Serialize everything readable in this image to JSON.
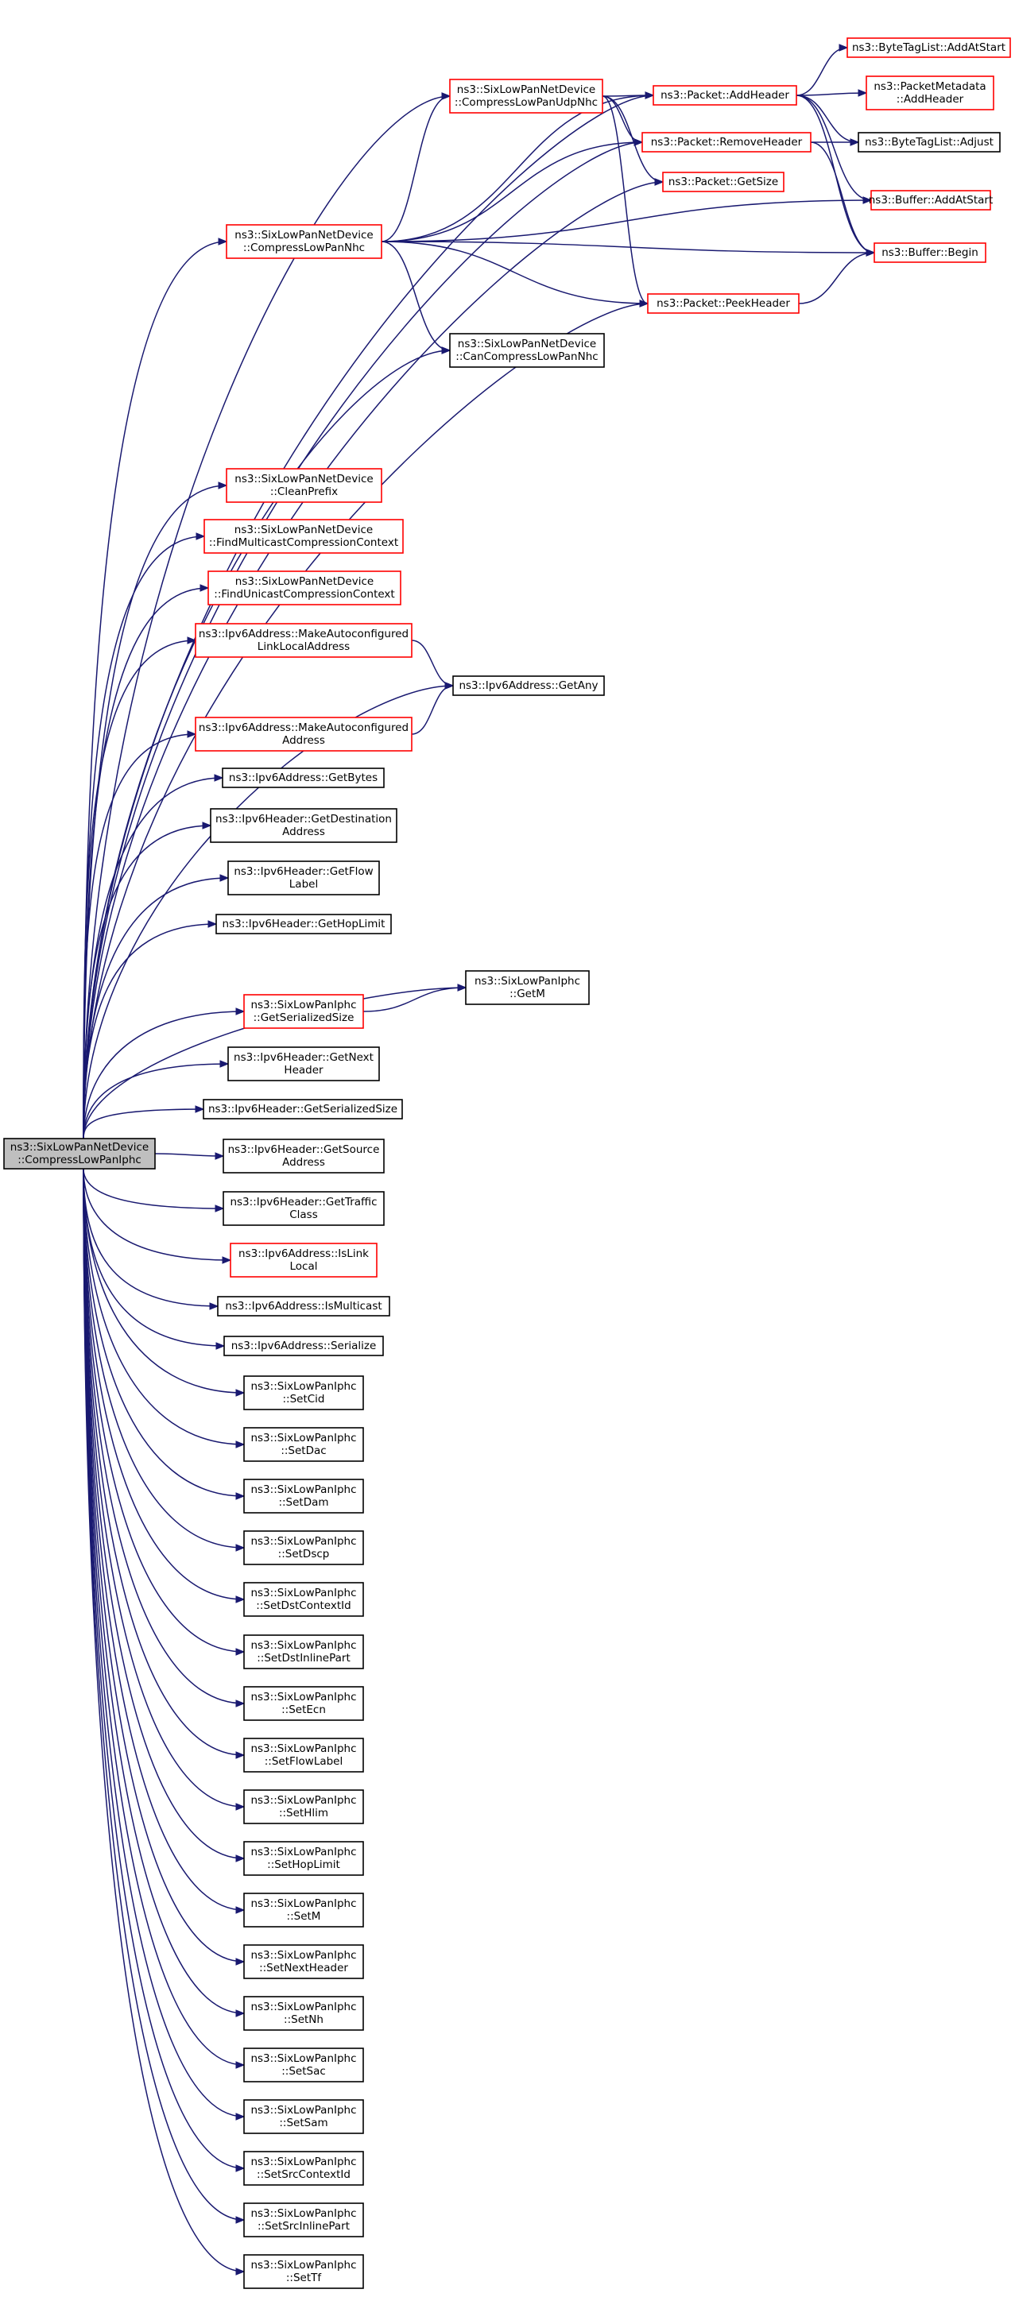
{
  "nodes": [
    {
      "id": "root",
      "lines": [
        "ns3::SixLowPanNetDevice",
        "::CompressLowPanIphc"
      ],
      "style": "root"
    },
    {
      "id": "bytetag_addatstart",
      "lines": [
        "ns3::ByteTagList::AddAtStart"
      ],
      "style": "red"
    },
    {
      "id": "pktmeta_addheader",
      "lines": [
        "ns3::PacketMetadata",
        "::AddHeader"
      ],
      "style": "red"
    },
    {
      "id": "packet_addheader",
      "lines": [
        "ns3::Packet::AddHeader"
      ],
      "style": "red"
    },
    {
      "id": "compress_udpnhc",
      "lines": [
        "ns3::SixLowPanNetDevice",
        "::CompressLowPanUdpNhc"
      ],
      "style": "red"
    },
    {
      "id": "packet_removeheader",
      "lines": [
        "ns3::Packet::RemoveHeader"
      ],
      "style": "red"
    },
    {
      "id": "bytetag_adjust",
      "lines": [
        "ns3::ByteTagList::Adjust"
      ],
      "style": "black"
    },
    {
      "id": "packet_getsize",
      "lines": [
        "ns3::Packet::GetSize"
      ],
      "style": "red"
    },
    {
      "id": "buffer_addatstart",
      "lines": [
        "ns3::Buffer::AddAtStart"
      ],
      "style": "red"
    },
    {
      "id": "compress_nhc",
      "lines": [
        "ns3::SixLowPanNetDevice",
        "::CompressLowPanNhc"
      ],
      "style": "red"
    },
    {
      "id": "buffer_begin",
      "lines": [
        "ns3::Buffer::Begin"
      ],
      "style": "red"
    },
    {
      "id": "packet_peekheader",
      "lines": [
        "ns3::Packet::PeekHeader"
      ],
      "style": "red"
    },
    {
      "id": "can_compress_nhc",
      "lines": [
        "ns3::SixLowPanNetDevice",
        "::CanCompressLowPanNhc"
      ],
      "style": "black"
    },
    {
      "id": "clean_prefix",
      "lines": [
        "ns3::SixLowPanNetDevice",
        "::CleanPrefix"
      ],
      "style": "red"
    },
    {
      "id": "find_multicast_ctx",
      "lines": [
        "ns3::SixLowPanNetDevice",
        "::FindMulticastCompressionContext"
      ],
      "style": "red"
    },
    {
      "id": "find_unicast_ctx",
      "lines": [
        "ns3::SixLowPanNetDevice",
        "::FindUnicastCompressionContext"
      ],
      "style": "red"
    },
    {
      "id": "make_autoconf_ll",
      "lines": [
        "ns3::Ipv6Address::MakeAutoconfigured",
        "LinkLocalAddress"
      ],
      "style": "red"
    },
    {
      "id": "ipv6_getany",
      "lines": [
        "ns3::Ipv6Address::GetAny"
      ],
      "style": "black"
    },
    {
      "id": "make_autoconf_addr",
      "lines": [
        "ns3::Ipv6Address::MakeAutoconfigured",
        "Address"
      ],
      "style": "red"
    },
    {
      "id": "ipv6_getbytes",
      "lines": [
        "ns3::Ipv6Address::GetBytes"
      ],
      "style": "black"
    },
    {
      "id": "ipv6h_getdest",
      "lines": [
        "ns3::Ipv6Header::GetDestination",
        "Address"
      ],
      "style": "black"
    },
    {
      "id": "ipv6h_getflow",
      "lines": [
        "ns3::Ipv6Header::GetFlow",
        "Label"
      ],
      "style": "black"
    },
    {
      "id": "ipv6h_gethop",
      "lines": [
        "ns3::Ipv6Header::GetHopLimit"
      ],
      "style": "black"
    },
    {
      "id": "iphc_getm",
      "lines": [
        "ns3::SixLowPanIphc",
        "::GetM"
      ],
      "style": "black"
    },
    {
      "id": "iphc_getser",
      "lines": [
        "ns3::SixLowPanIphc",
        "::GetSerializedSize"
      ],
      "style": "red"
    },
    {
      "id": "ipv6h_getnext",
      "lines": [
        "ns3::Ipv6Header::GetNext",
        "Header"
      ],
      "style": "black"
    },
    {
      "id": "ipv6h_getser",
      "lines": [
        "ns3::Ipv6Header::GetSerializedSize"
      ],
      "style": "black"
    },
    {
      "id": "ipv6h_getsrc",
      "lines": [
        "ns3::Ipv6Header::GetSource",
        "Address"
      ],
      "style": "black"
    },
    {
      "id": "ipv6h_gettraffic",
      "lines": [
        "ns3::Ipv6Header::GetTraffic",
        "Class"
      ],
      "style": "black"
    },
    {
      "id": "ipv6_islinklocal",
      "lines": [
        "ns3::Ipv6Address::IsLink",
        "Local"
      ],
      "style": "red"
    },
    {
      "id": "ipv6_ismulticast",
      "lines": [
        "ns3::Ipv6Address::IsMulticast"
      ],
      "style": "black"
    },
    {
      "id": "ipv6_serialize",
      "lines": [
        "ns3::Ipv6Address::Serialize"
      ],
      "style": "black"
    },
    {
      "id": "iphc_setcid",
      "lines": [
        "ns3::SixLowPanIphc",
        "::SetCid"
      ],
      "style": "black"
    },
    {
      "id": "iphc_setdac",
      "lines": [
        "ns3::SixLowPanIphc",
        "::SetDac"
      ],
      "style": "black"
    },
    {
      "id": "iphc_setdam",
      "lines": [
        "ns3::SixLowPanIphc",
        "::SetDam"
      ],
      "style": "black"
    },
    {
      "id": "iphc_setdscp",
      "lines": [
        "ns3::SixLowPanIphc",
        "::SetDscp"
      ],
      "style": "black"
    },
    {
      "id": "iphc_setdstctx",
      "lines": [
        "ns3::SixLowPanIphc",
        "::SetDstContextId"
      ],
      "style": "black"
    },
    {
      "id": "iphc_setdstinline",
      "lines": [
        "ns3::SixLowPanIphc",
        "::SetDstInlinePart"
      ],
      "style": "black"
    },
    {
      "id": "iphc_setecn",
      "lines": [
        "ns3::SixLowPanIphc",
        "::SetEcn"
      ],
      "style": "black"
    },
    {
      "id": "iphc_setflow",
      "lines": [
        "ns3::SixLowPanIphc",
        "::SetFlowLabel"
      ],
      "style": "black"
    },
    {
      "id": "iphc_sethlim",
      "lines": [
        "ns3::SixLowPanIphc",
        "::SetHlim"
      ],
      "style": "black"
    },
    {
      "id": "iphc_sethoplimit",
      "lines": [
        "ns3::SixLowPanIphc",
        "::SetHopLimit"
      ],
      "style": "black"
    },
    {
      "id": "iphc_setm",
      "lines": [
        "ns3::SixLowPanIphc",
        "::SetM"
      ],
      "style": "black"
    },
    {
      "id": "iphc_setnextheader",
      "lines": [
        "ns3::SixLowPanIphc",
        "::SetNextHeader"
      ],
      "style": "black"
    },
    {
      "id": "iphc_setnh",
      "lines": [
        "ns3::SixLowPanIphc",
        "::SetNh"
      ],
      "style": "black"
    },
    {
      "id": "iphc_setsac",
      "lines": [
        "ns3::SixLowPanIphc",
        "::SetSac"
      ],
      "style": "black"
    },
    {
      "id": "iphc_setsam",
      "lines": [
        "ns3::SixLowPanIphc",
        "::SetSam"
      ],
      "style": "black"
    },
    {
      "id": "iphc_setsrcctx",
      "lines": [
        "ns3::SixLowPanIphc",
        "::SetSrcContextId"
      ],
      "style": "black"
    },
    {
      "id": "iphc_setsrcinline",
      "lines": [
        "ns3::SixLowPanIphc",
        "::SetSrcInlinePart"
      ],
      "style": "black"
    },
    {
      "id": "iphc_settf",
      "lines": [
        "ns3::SixLowPanIphc",
        "::SetTf"
      ],
      "style": "black"
    }
  ],
  "edges": [
    [
      "root",
      "packet_addheader"
    ],
    [
      "root",
      "compress_udpnhc"
    ],
    [
      "root",
      "packet_removeheader"
    ],
    [
      "root",
      "compress_nhc"
    ],
    [
      "root",
      "can_compress_nhc"
    ],
    [
      "root",
      "packet_getsize"
    ],
    [
      "root",
      "packet_peekheader"
    ],
    [
      "root",
      "clean_prefix"
    ],
    [
      "root",
      "find_multicast_ctx"
    ],
    [
      "root",
      "find_unicast_ctx"
    ],
    [
      "root",
      "make_autoconf_ll"
    ],
    [
      "root",
      "ipv6_getany"
    ],
    [
      "root",
      "make_autoconf_addr"
    ],
    [
      "root",
      "ipv6_getbytes"
    ],
    [
      "root",
      "ipv6h_getdest"
    ],
    [
      "root",
      "ipv6h_getflow"
    ],
    [
      "root",
      "ipv6h_gethop"
    ],
    [
      "root",
      "iphc_getm"
    ],
    [
      "root",
      "iphc_getser"
    ],
    [
      "root",
      "ipv6h_getnext"
    ],
    [
      "root",
      "ipv6h_getser"
    ],
    [
      "root",
      "ipv6h_getsrc"
    ],
    [
      "root",
      "ipv6h_gettraffic"
    ],
    [
      "root",
      "ipv6_islinklocal"
    ],
    [
      "root",
      "ipv6_ismulticast"
    ],
    [
      "root",
      "ipv6_serialize"
    ],
    [
      "root",
      "iphc_setcid"
    ],
    [
      "root",
      "iphc_setdac"
    ],
    [
      "root",
      "iphc_setdam"
    ],
    [
      "root",
      "iphc_setdscp"
    ],
    [
      "root",
      "iphc_setdstctx"
    ],
    [
      "root",
      "iphc_setdstinline"
    ],
    [
      "root",
      "iphc_setecn"
    ],
    [
      "root",
      "iphc_setflow"
    ],
    [
      "root",
      "iphc_sethlim"
    ],
    [
      "root",
      "iphc_sethoplimit"
    ],
    [
      "root",
      "iphc_setm"
    ],
    [
      "root",
      "iphc_setnextheader"
    ],
    [
      "root",
      "iphc_setnh"
    ],
    [
      "root",
      "iphc_setsac"
    ],
    [
      "root",
      "iphc_setsam"
    ],
    [
      "root",
      "iphc_setsrcctx"
    ],
    [
      "root",
      "iphc_setsrcinline"
    ],
    [
      "root",
      "iphc_settf"
    ],
    [
      "packet_addheader",
      "bytetag_addatstart"
    ],
    [
      "packet_addheader",
      "pktmeta_addheader"
    ],
    [
      "packet_addheader",
      "bytetag_adjust"
    ],
    [
      "packet_addheader",
      "buffer_addatstart"
    ],
    [
      "packet_addheader",
      "buffer_begin"
    ],
    [
      "compress_udpnhc",
      "packet_addheader"
    ],
    [
      "compress_udpnhc",
      "packet_removeheader"
    ],
    [
      "compress_udpnhc",
      "packet_getsize"
    ],
    [
      "compress_udpnhc",
      "packet_peekheader"
    ],
    [
      "packet_removeheader",
      "bytetag_adjust"
    ],
    [
      "packet_removeheader",
      "buffer_begin"
    ],
    [
      "compress_nhc",
      "packet_addheader"
    ],
    [
      "compress_nhc",
      "compress_udpnhc"
    ],
    [
      "compress_nhc",
      "packet_removeheader"
    ],
    [
      "compress_nhc",
      "buffer_addatstart"
    ],
    [
      "compress_nhc",
      "buffer_begin"
    ],
    [
      "compress_nhc",
      "packet_peekheader"
    ],
    [
      "compress_nhc",
      "can_compress_nhc"
    ],
    [
      "packet_peekheader",
      "buffer_begin"
    ],
    [
      "make_autoconf_ll",
      "ipv6_getany"
    ],
    [
      "make_autoconf_addr",
      "ipv6_getany"
    ],
    [
      "iphc_getser",
      "iphc_getm"
    ]
  ]
}
